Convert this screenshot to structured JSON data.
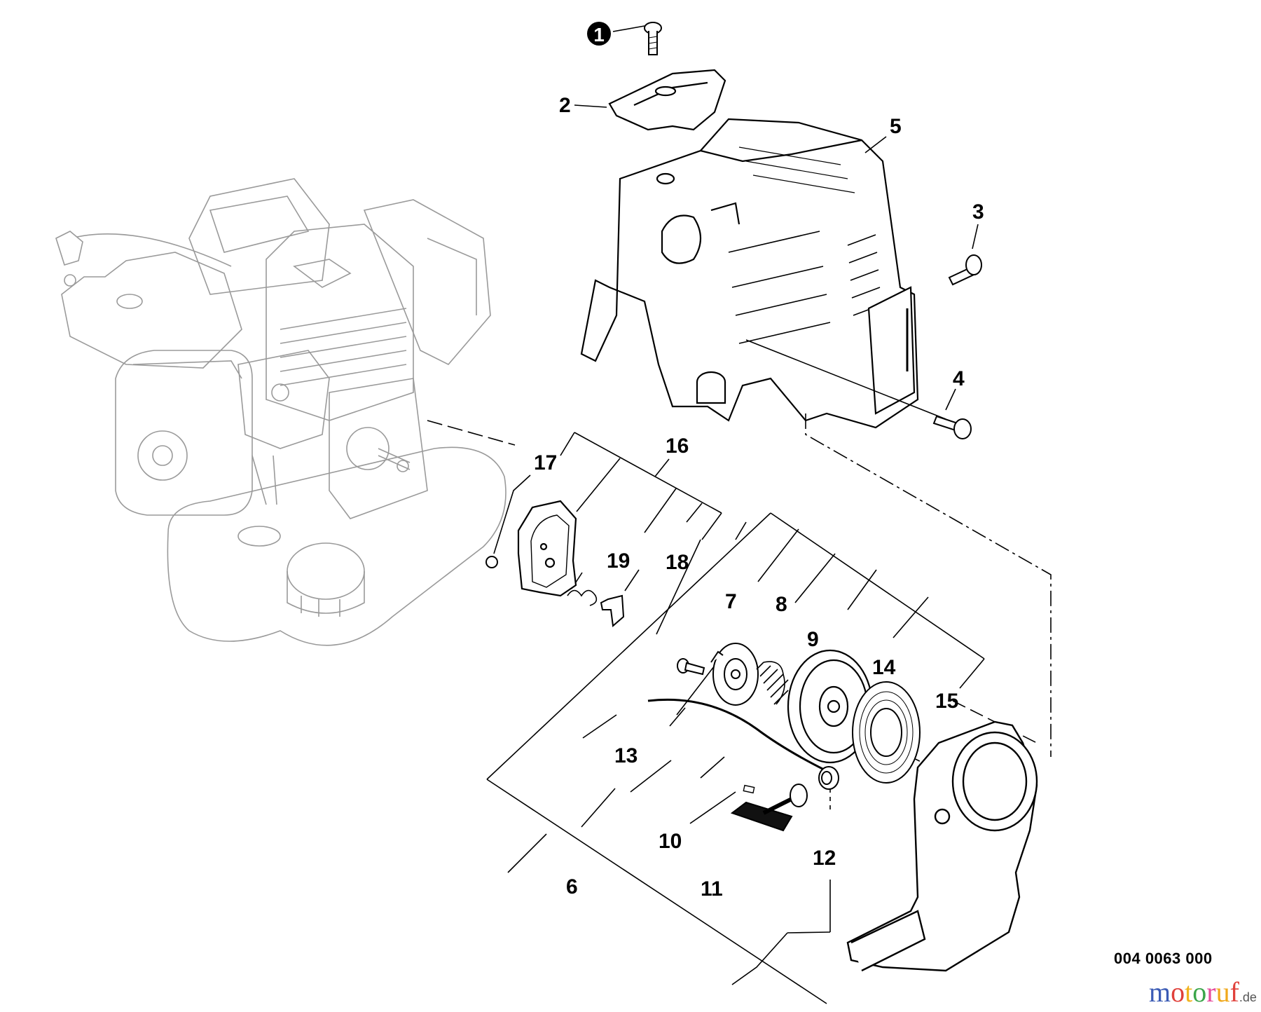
{
  "diagram": {
    "type": "exploded-parts-diagram",
    "subject": "Engine with recoil starter assembly and cover",
    "document_number": "004 0063 000",
    "callouts": [
      {
        "id": "1",
        "label": "1",
        "style": "filled-circle",
        "part": "screw-top"
      },
      {
        "id": "2",
        "label": "2",
        "part": "cover-cap"
      },
      {
        "id": "3",
        "label": "3",
        "part": "bolt"
      },
      {
        "id": "4",
        "label": "4",
        "part": "bolt"
      },
      {
        "id": "5",
        "label": "5",
        "part": "engine-cover"
      },
      {
        "id": "6",
        "label": "6",
        "part": "starter-assembly"
      },
      {
        "id": "7",
        "label": "7",
        "part": "screw"
      },
      {
        "id": "8",
        "label": "8",
        "part": "ratchet-plate"
      },
      {
        "id": "9",
        "label": "9",
        "part": "spring"
      },
      {
        "id": "10",
        "label": "10",
        "part": "label-plate"
      },
      {
        "id": "11",
        "label": "11",
        "part": "handle"
      },
      {
        "id": "12",
        "label": "12",
        "part": "bushing"
      },
      {
        "id": "13",
        "label": "13",
        "part": "rope"
      },
      {
        "id": "14",
        "label": "14",
        "part": "reel"
      },
      {
        "id": "15",
        "label": "15",
        "part": "recoil-spring"
      },
      {
        "id": "16",
        "label": "16",
        "part": "pulley-assembly"
      },
      {
        "id": "17",
        "label": "17",
        "part": "clip"
      },
      {
        "id": "18",
        "label": "18",
        "part": "pawl"
      },
      {
        "id": "19",
        "label": "19",
        "part": "pawl-spring"
      }
    ]
  },
  "watermark": {
    "letters": [
      {
        "ch": "m",
        "color": "#3b5bb5"
      },
      {
        "ch": "o",
        "color": "#e0403a"
      },
      {
        "ch": "t",
        "color": "#f1b31c"
      },
      {
        "ch": "o",
        "color": "#3aa54a"
      },
      {
        "ch": "r",
        "color": "#e64d9e"
      },
      {
        "ch": "u",
        "color": "#f0a81b"
      },
      {
        "ch": "f",
        "color": "#e0403a"
      }
    ],
    "tld": ".de"
  }
}
